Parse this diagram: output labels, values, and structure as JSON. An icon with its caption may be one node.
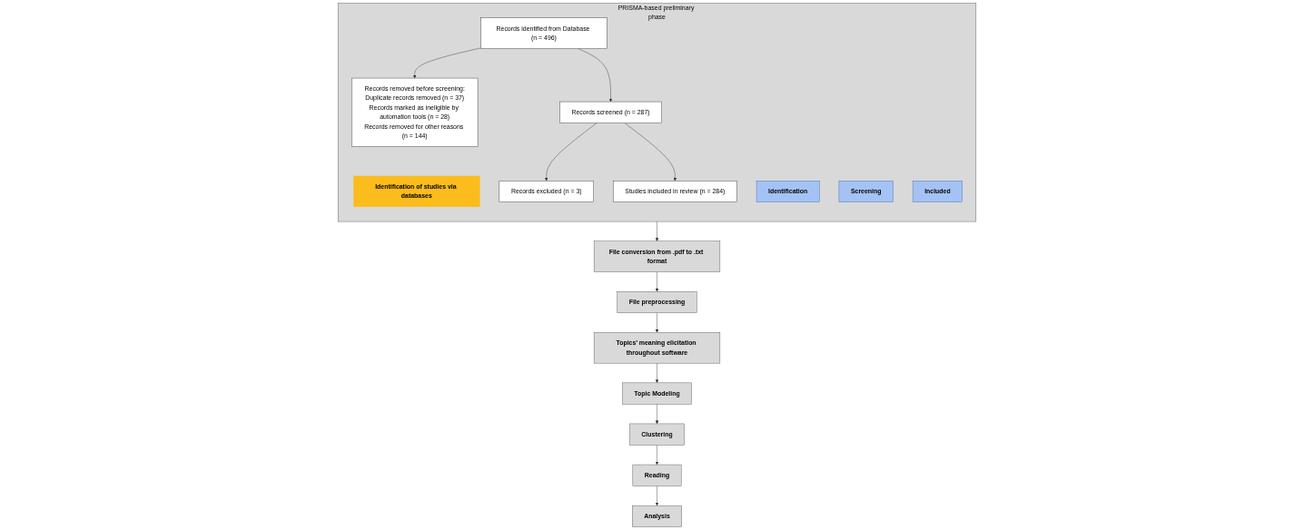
{
  "diagram": {
    "nodes": [
      {
        "text": [
          "PRISMA-based preliminary phase"
        ]
      },
      {
        "text": [
          "Identification of studies via databases"
        ],
        "in": 0
      },
      {
        "text": [
          "Identification"
        ],
        "in": 0
      },
      {
        "text": [
          "Records identified from Database (n = 496)"
        ],
        "in": 0
      },
      {
        "text": [
          "Records removed before screening:",
          "Duplicate records removed (n = 37)",
          "Records marked as ineligible by automation tools (n = 28)",
          "Records removed for other reasons (n = 144)"
        ],
        "in": 0
      },
      {
        "text": [
          "Screening"
        ],
        "in": 0
      },
      {
        "text": [
          "Records screened (n = 287)"
        ],
        "in": 0
      },
      {
        "text": [
          "Records excluded (n = 3)"
        ],
        "in": 0
      },
      {
        "text": [
          "Included"
        ],
        "in": 0
      },
      {
        "text": [
          "Studies included in review (n = 284)"
        ],
        "in": 0
      },
      {
        "text": [
          "File conversion from .pdf to .txt format"
        ]
      },
      {
        "text": [
          "File preprocessing"
        ]
      },
      {
        "text": [
          "Topics’ meaning elicitation throughout software"
        ]
      },
      {
        "text": [
          "Topic Modeling"
        ]
      },
      {
        "text": [
          "Clustering"
        ]
      },
      {
        "text": [
          "Reading"
        ]
      },
      {
        "text": [
          "Analysis"
        ]
      }
    ],
    "edges": [
      {
        "from": 3,
        "to": 4,
        "arrow": "to"
      },
      {
        "from": 3,
        "to": 6,
        "arrow": "to"
      },
      {
        "from": 6,
        "to": 7,
        "arrow": "to"
      },
      {
        "from": 6,
        "to": 9,
        "arrow": "to"
      },
      {
        "from": 0,
        "to": 10,
        "arrow": "to"
      },
      {
        "from": 10,
        "to": 11,
        "arrow": "to"
      },
      {
        "from": 11,
        "to": 12,
        "arrow": "to"
      },
      {
        "from": 12,
        "to": 13,
        "arrow": "to"
      },
      {
        "from": 13,
        "to": 14,
        "arrow": "to"
      },
      {
        "from": 14,
        "to": 15,
        "arrow": "to"
      },
      {
        "from": 15,
        "to": 16,
        "arrow": "to"
      }
    ]
  }
}
